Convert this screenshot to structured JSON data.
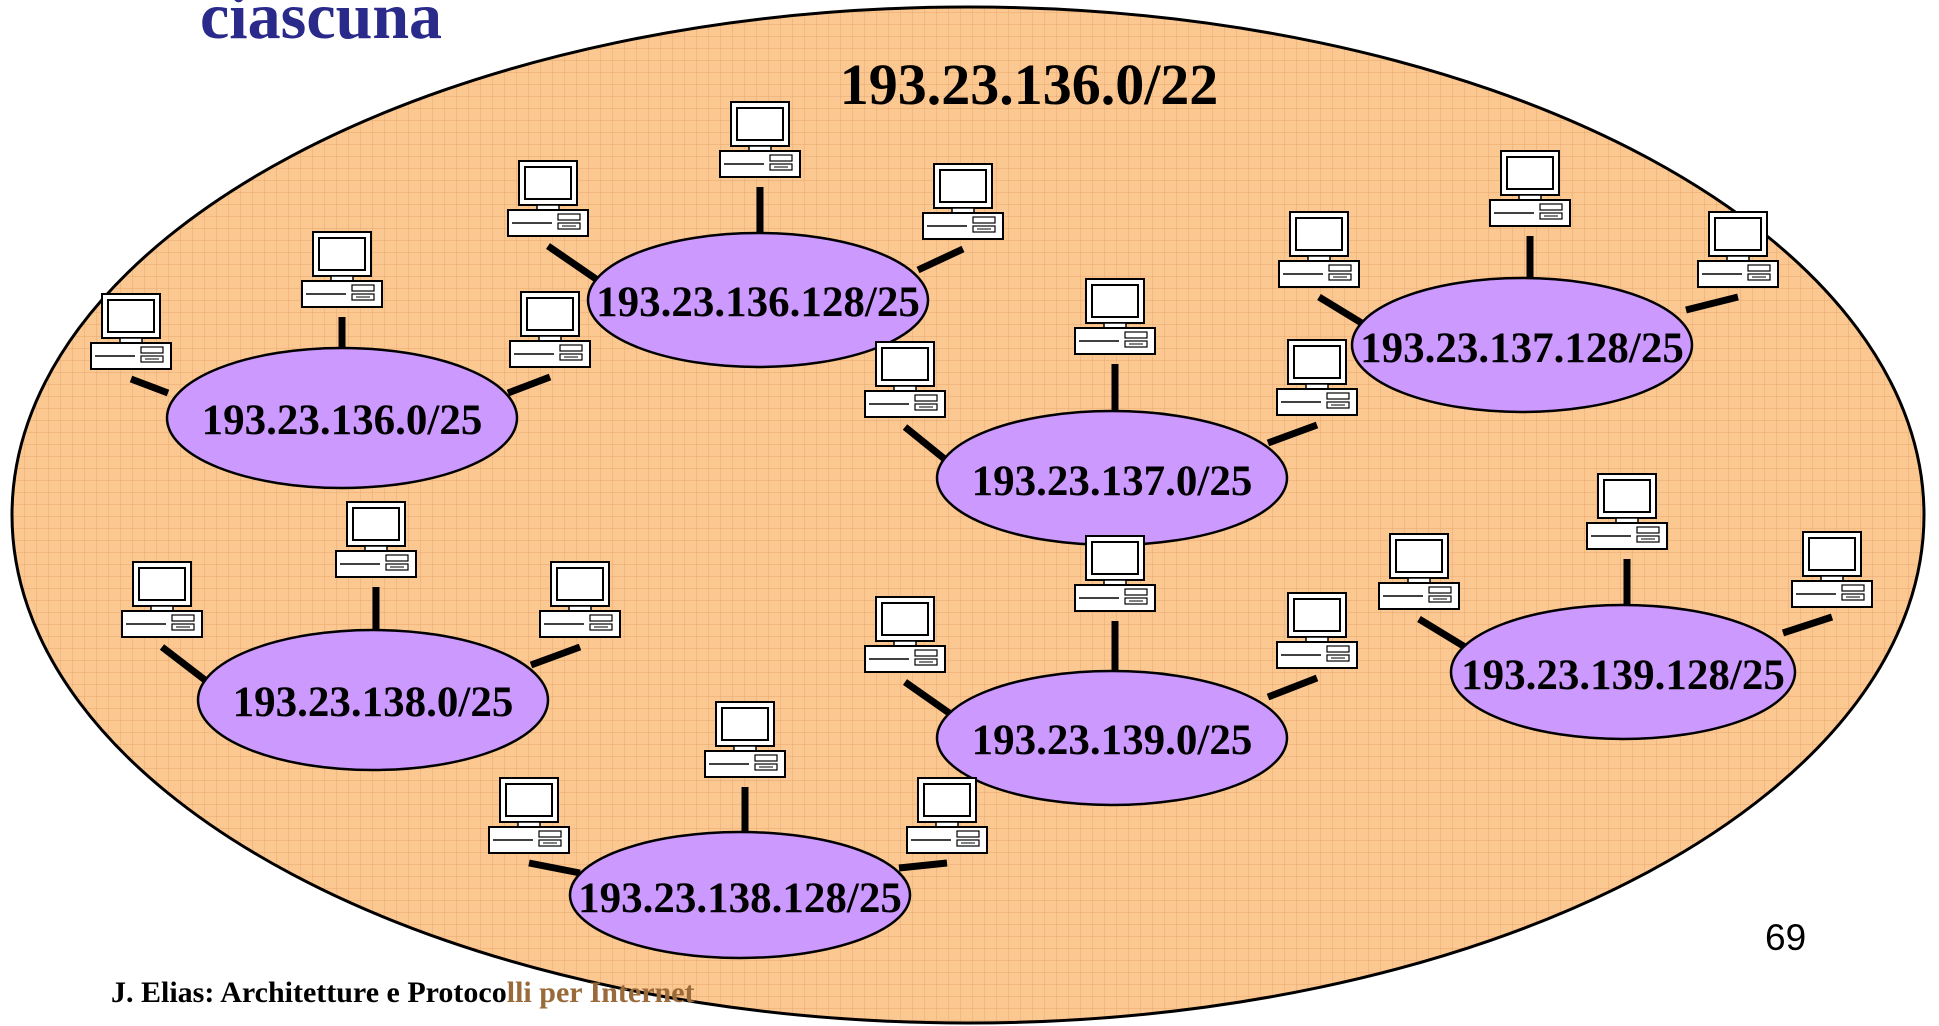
{
  "slide": {
    "title": "ciascuna",
    "page_number": "69",
    "footer_main": "J. Elias: Architetture e Protoco",
    "footer_highlight": "lli per Internet"
  },
  "network": {
    "label": "193.23.136.0/22",
    "subnets": [
      {
        "label": "193.23.136.0/25"
      },
      {
        "label": "193.23.136.128/25"
      },
      {
        "label": "193.23.137.0/25"
      },
      {
        "label": "193.23.137.128/25"
      },
      {
        "label": "193.23.138.0/25"
      },
      {
        "label": "193.23.138.128/25"
      },
      {
        "label": "193.23.139.0/25"
      },
      {
        "label": "193.23.139.128/25"
      }
    ]
  },
  "colors": {
    "supernet_fill": "#fcc891",
    "grid_line": "#e8a870",
    "subnet_fill": "#cc99ff",
    "title": "#2a2a8a",
    "footer_highlight": "#9a6a3a"
  },
  "icons": {
    "host": "desktop-computer-icon"
  }
}
